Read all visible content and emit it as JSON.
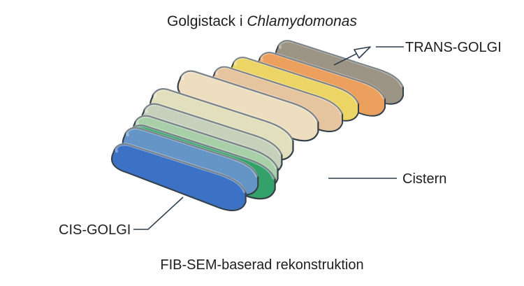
{
  "diagram": {
    "title_prefix": "Golgistack i ",
    "title_italic": "Chlamydomonas",
    "caption": "FIB-SEM-baserad rekonstruktion",
    "labels": {
      "trans": "TRANS-GOLGI",
      "cistern": "Cistern",
      "cis": "CIS-GOLGI"
    },
    "cisternae_colors": [
      "#9c9485",
      "#eba05e",
      "#ecd564",
      "#e6c49e",
      "#eedec0",
      "#e2e0bc",
      "#c6d1bb",
      "#a9cfa9",
      "#34a06a",
      "#6594c6",
      "#3c72c6"
    ],
    "outline_color": "#34414a"
  }
}
